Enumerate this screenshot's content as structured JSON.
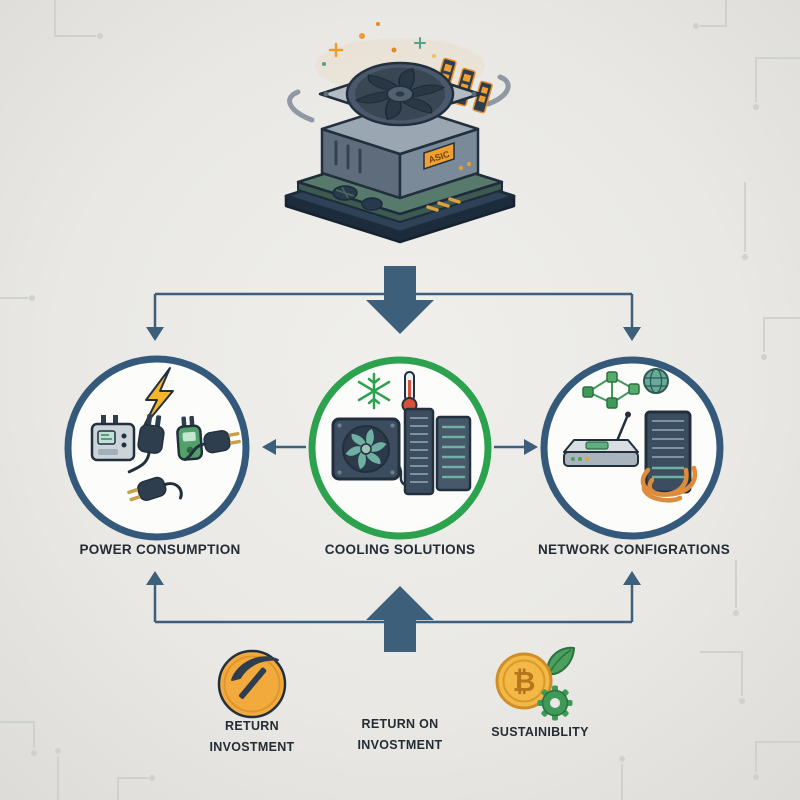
{
  "palette": {
    "background": "#e9e8e4",
    "arrow_slate": "#3d5f7a",
    "ring_navy": "#35597a",
    "ring_green": "#2ca24e",
    "outline_navy": "#22303e",
    "accent_orange": "#f0a838",
    "accent_teal": "#6fb0a2",
    "accent_green": "#3f9a57"
  },
  "miner": {
    "badge": "ASIC"
  },
  "nodes": [
    {
      "id": "power-consumption",
      "label": "POWER CONSUMPTION"
    },
    {
      "id": "cooling-solutions",
      "label": "COOLING SOLUTIONS"
    },
    {
      "id": "network-configurations",
      "label": "NETWORK CONFIGRATIONS"
    }
  ],
  "footer": {
    "return_investment": {
      "line1": "RETURN",
      "line2": "INVOSTMENT"
    },
    "return_on_investment": {
      "line1": "RETURN ON",
      "line2": "INVOSTMENT"
    },
    "sustainability": {
      "label": "SUSTAINIBLITY"
    },
    "bitcoin_symbol": "₿"
  }
}
